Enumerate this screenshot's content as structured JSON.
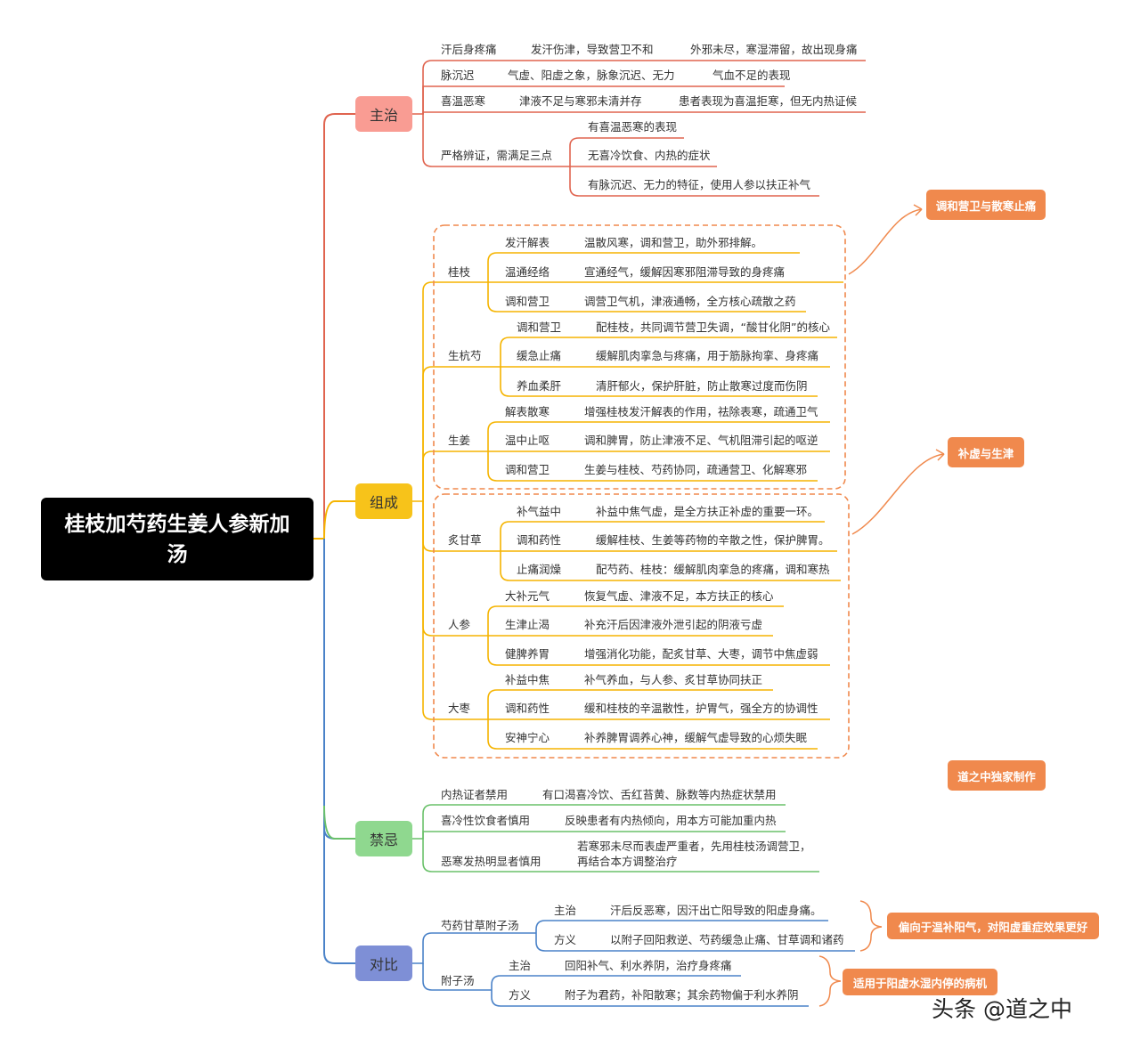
{
  "root": "桂枝加芍药生姜人参新加汤",
  "colors": {
    "zhuzhi": "#e0644f",
    "zucheng": "#f5b400",
    "jinji": "#6ac16a",
    "duibi": "#4a82c8",
    "dashed": "#f0894d",
    "callout": "#f0894d"
  },
  "branches": {
    "zhuzhi": {
      "label": "主治",
      "rows": [
        {
          "a": "汗后身疼痛",
          "b": "发汗伤津，导致营卫不和",
          "c": "外邪未尽，寒湿滞留，故出现身痛"
        },
        {
          "a": "脉沉迟",
          "b": "气虚、阳虚之象，脉象沉迟、无力",
          "c": "气血不足的表现"
        },
        {
          "a": "喜温恶寒",
          "b": "津液不足与寒邪未清并存",
          "c": "患者表现为喜温拒寒，但无内热证候"
        }
      ],
      "strict": {
        "label": "严格辨证，需满足三点",
        "items": [
          "有喜温恶寒的表现",
          "无喜冷饮食、内热的症状",
          "有脉沉迟、无力的特征，使用人参以扶正补气"
        ]
      }
    },
    "zucheng": {
      "label": "组成",
      "herbs": [
        {
          "name": "桂枝",
          "items": [
            {
              "k": "发汗解表",
              "v": "温散风寒，调和营卫，助外邪排解。"
            },
            {
              "k": "温通经络",
              "v": "宣通经气，缓解因寒邪阻滞导致的身疼痛"
            },
            {
              "k": "调和营卫",
              "v": "调营卫气机，津液通畅，全方核心疏散之药"
            }
          ]
        },
        {
          "name": "生杭芍",
          "items": [
            {
              "k": "调和营卫",
              "v": "配桂枝，共同调节营卫失调，“酸甘化阴”的核心"
            },
            {
              "k": "缓急止痛",
              "v": "缓解肌肉挛急与疼痛，用于筋脉拘挛、身疼痛"
            },
            {
              "k": "养血柔肝",
              "v": "清肝郁火，保护肝脏，防止散寒过度而伤阴"
            }
          ]
        },
        {
          "name": "生姜",
          "items": [
            {
              "k": "解表散寒",
              "v": "增强桂枝发汗解表的作用，祛除表寒，疏通卫气"
            },
            {
              "k": "温中止呕",
              "v": "调和脾胃，防止津液不足、气机阻滞引起的呕逆"
            },
            {
              "k": "调和营卫",
              "v": "生姜与桂枝、芍药协同，疏通营卫、化解寒邪"
            }
          ]
        },
        {
          "name": "炙甘草",
          "items": [
            {
              "k": "补气益中",
              "v": "补益中焦气虚，是全方扶正补虚的重要一环。"
            },
            {
              "k": "调和药性",
              "v": "缓解桂枝、生姜等药物的辛散之性，保护脾胃。"
            },
            {
              "k": "止痛润燥",
              "v": "配芍药、桂枝：缓解肌肉挛急的疼痛，调和寒热"
            }
          ]
        },
        {
          "name": "人参",
          "items": [
            {
              "k": "大补元气",
              "v": "恢复气虚、津液不足，本方扶正的核心"
            },
            {
              "k": "生津止渴",
              "v": "补充汗后因津液外泄引起的阴液亏虚"
            },
            {
              "k": "健脾养胃",
              "v": "增强消化功能，配炙甘草、大枣，调节中焦虚弱"
            }
          ]
        },
        {
          "name": "大枣",
          "items": [
            {
              "k": "补益中焦",
              "v": "补气养血，与人参、炙甘草协同扶正"
            },
            {
              "k": "调和药性",
              "v": "缓和桂枝的辛温散性，护胃气，强全方的协调性"
            },
            {
              "k": "安神宁心",
              "v": "补养脾胃调养心神，缓解气虚导致的心烦失眠"
            }
          ]
        }
      ],
      "callouts": [
        "调和营卫与散寒止痛",
        "补虚与生津"
      ]
    },
    "jinji": {
      "label": "禁忌",
      "rows": [
        {
          "a": "内热证者禁用",
          "b": "有口渴喜冷饮、舌红苔黄、脉数等内热症状禁用"
        },
        {
          "a": "喜冷性饮食者慎用",
          "b": "反映患者有内热倾向，用本方可能加重内热"
        },
        {
          "a": "恶寒发热明显者慎用",
          "b1": "若寒邪未尽而表虚严重者，先用桂枝汤调营卫，",
          "b2": "再结合本方调整治疗"
        }
      ]
    },
    "duibi": {
      "label": "对比",
      "formulas": [
        {
          "name": "芍药甘草附子汤",
          "items": [
            {
              "k": "主治",
              "v": "汗后反恶寒，因汗出亡阳导致的阳虚身痛。"
            },
            {
              "k": "方义",
              "v": "以附子回阳救逆、芍药缓急止痛、甘草调和诸药"
            }
          ],
          "note": "偏向于温补阳气，对阳虚重症效果更好"
        },
        {
          "name": "附子汤",
          "items": [
            {
              "k": "主治",
              "v": "回阳补气、利水养阴，治疗身疼痛"
            },
            {
              "k": "方义",
              "v": "附子为君药，补阳散寒；其余药物偏于利水养阴"
            }
          ],
          "note": "适用于阳虚水湿内停的病机"
        }
      ]
    }
  },
  "credit": "道之中独家制作",
  "watermark": "头条 @道之中"
}
